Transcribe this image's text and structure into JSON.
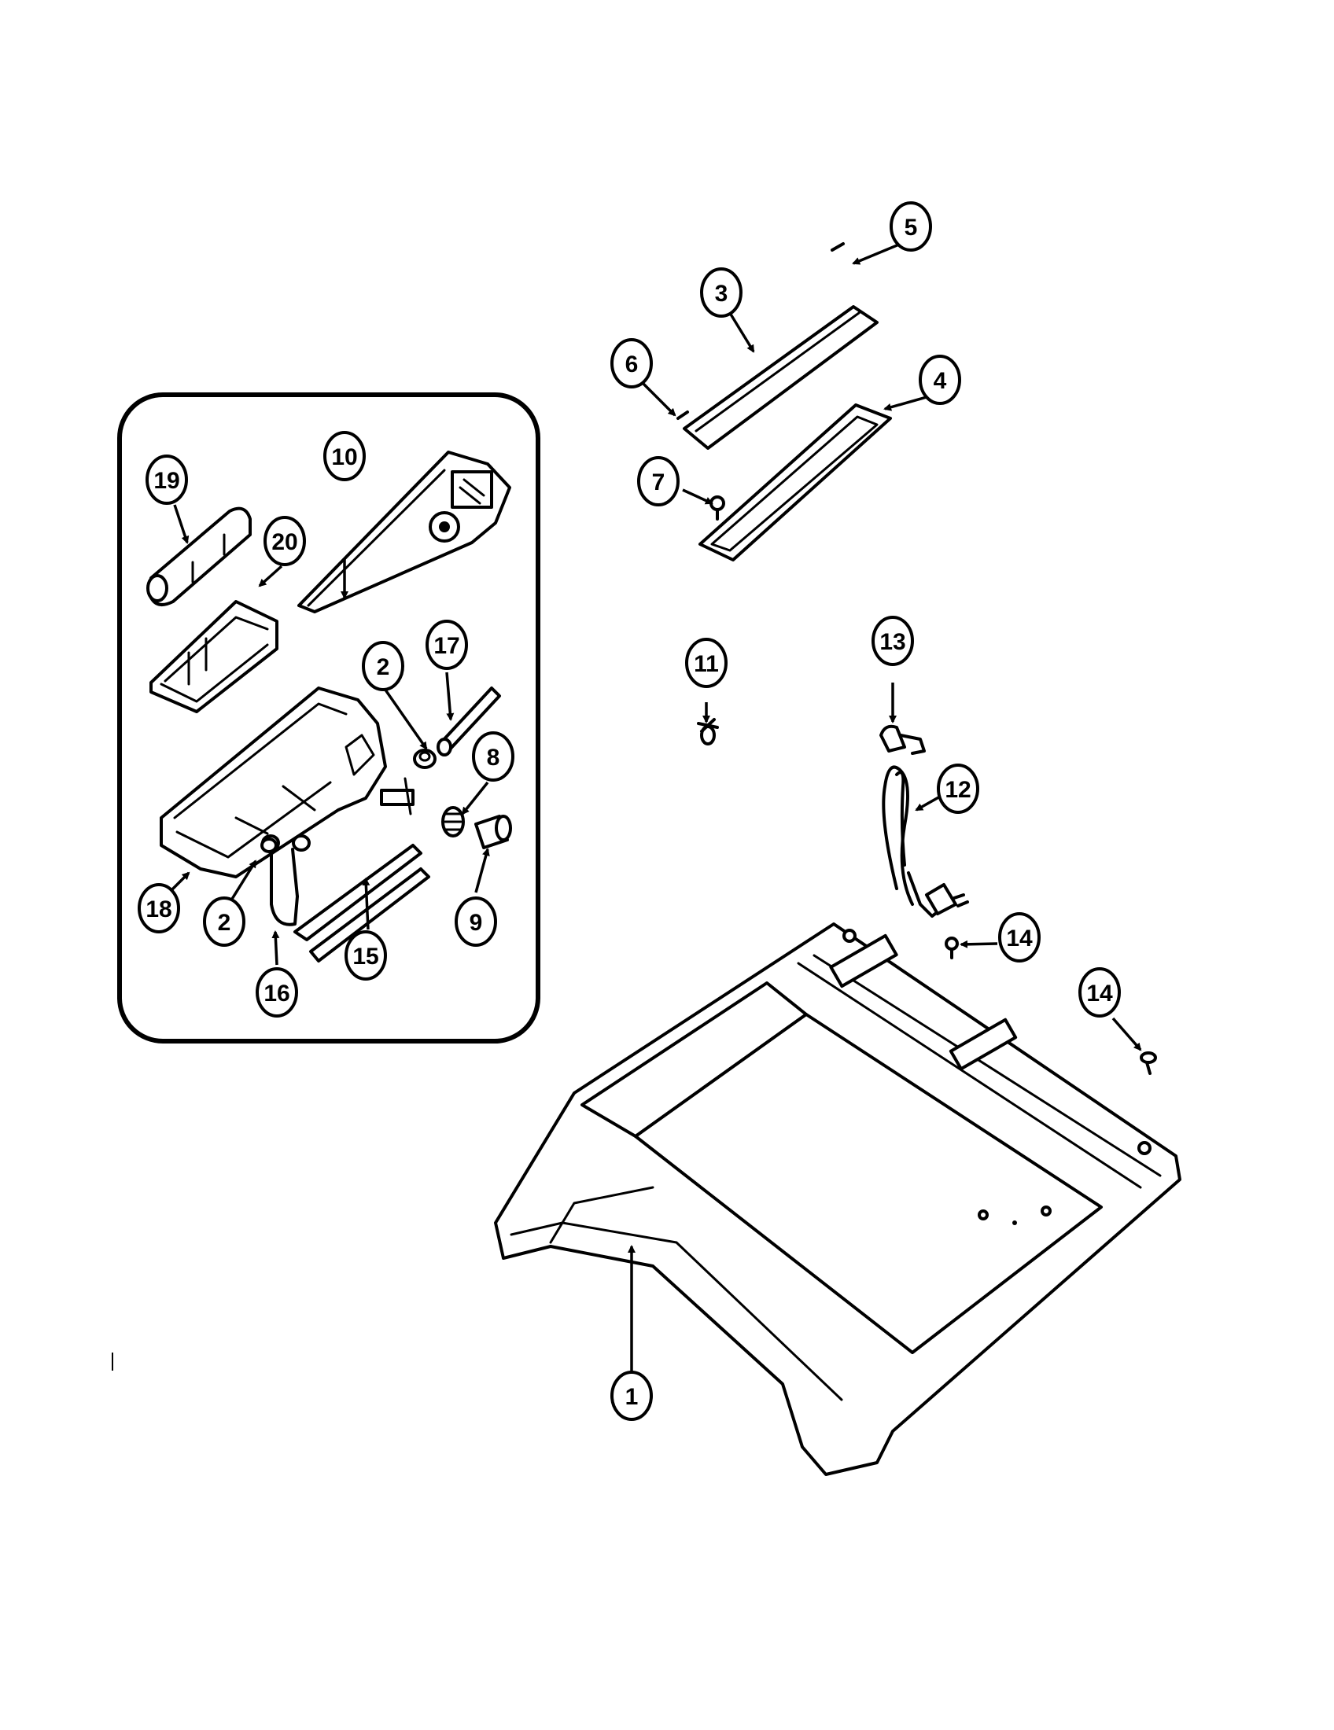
{
  "diagram": {
    "type": "exploded parts diagram",
    "callouts": [
      {
        "id": "c1",
        "label": "1"
      },
      {
        "id": "c2a",
        "label": "2"
      },
      {
        "id": "c2b",
        "label": "2"
      },
      {
        "id": "c3",
        "label": "3"
      },
      {
        "id": "c4",
        "label": "4"
      },
      {
        "id": "c5",
        "label": "5"
      },
      {
        "id": "c6",
        "label": "6"
      },
      {
        "id": "c7",
        "label": "7"
      },
      {
        "id": "c8",
        "label": "8"
      },
      {
        "id": "c9",
        "label": "9"
      },
      {
        "id": "c10",
        "label": "10"
      },
      {
        "id": "c11",
        "label": "11"
      },
      {
        "id": "c12",
        "label": "12"
      },
      {
        "id": "c13",
        "label": "13"
      },
      {
        "id": "c14a",
        "label": "14"
      },
      {
        "id": "c14b",
        "label": "14"
      },
      {
        "id": "c15",
        "label": "15"
      },
      {
        "id": "c16",
        "label": "16"
      },
      {
        "id": "c17",
        "label": "17"
      },
      {
        "id": "c18",
        "label": "18"
      },
      {
        "id": "c19",
        "label": "19"
      },
      {
        "id": "c20",
        "label": "20"
      }
    ]
  }
}
